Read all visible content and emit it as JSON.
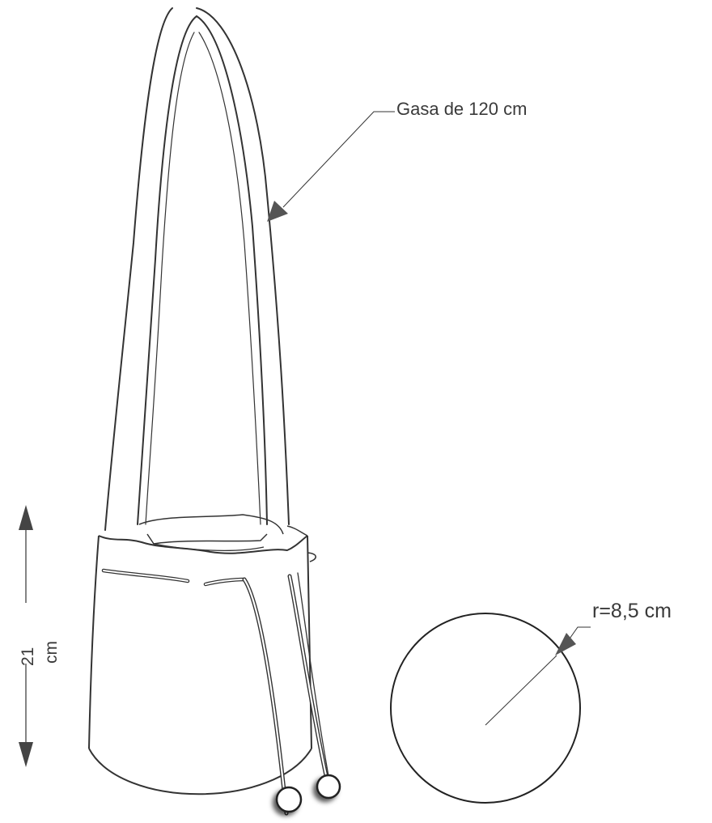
{
  "annotations": {
    "strap_label": "Gasa de 120 cm",
    "radius_label": "r=8,5 cm",
    "height_value": "21",
    "height_unit": "cm"
  },
  "colors": {
    "line": "#333333",
    "arrow": "#555555",
    "text": "#3a3a3a"
  }
}
